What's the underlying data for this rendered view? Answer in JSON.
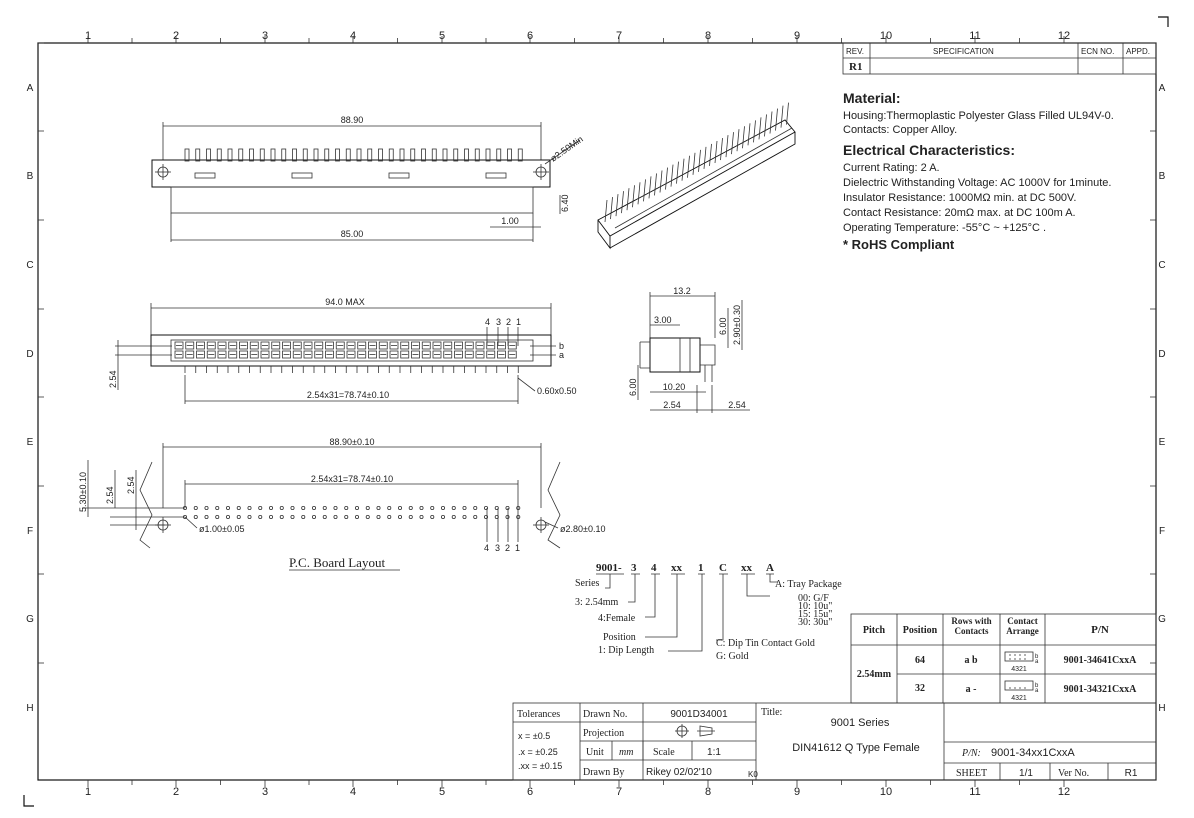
{
  "border": {
    "cols": [
      "1",
      "2",
      "3",
      "4",
      "5",
      "6",
      "7",
      "8",
      "9",
      "10",
      "11",
      "12"
    ],
    "rows": [
      "A",
      "B",
      "C",
      "D",
      "E",
      "F",
      "G",
      "H"
    ]
  },
  "revision": {
    "headers": [
      "REV.",
      "SPECIFICATION",
      "ECN NO.",
      "APPD."
    ],
    "rev": "R1"
  },
  "spec": {
    "material_title": "Material:",
    "housing": "Housing:Thermoplastic Polyester Glass Filled UL94V-0.",
    "contacts": "Contacts: Copper Alloy.",
    "electrical_title": "Electrical Characteristics:",
    "current": "Current Rating: 2 A.",
    "dielectric": "Dielectric Withstanding Voltage: AC 1000V for 1minute.",
    "insulator": "Insulator Resistance: 1000MΩ min. at DC 500V.",
    "contact_res": "Contact Resistance: 20mΩ max. at DC 100m A.",
    "temperature": "Operating Temperature: -55°C ~ +125°C .",
    "rohs": "* RoHS Compliant"
  },
  "dims": {
    "front_width": "88.90",
    "front_hole": "ø2.50Min",
    "front_body": "85.00",
    "front_pitch": "1.00",
    "front_height": "6.40",
    "top_max": "94.0 MAX",
    "top_rows": [
      "4",
      "3",
      "2",
      "1"
    ],
    "top_row_b": "b",
    "top_row_a": "a",
    "top_span": "2.54x31=78.74±0.10",
    "top_pin": "0.60x0.50",
    "top_left": "2.54",
    "side_w": "13.2",
    "side_300": "3.00",
    "side_600a": "6.00",
    "side_290": "2.90±0.30",
    "side_600b": "6.00",
    "side_1020": "10.20",
    "side_254a": "2.54",
    "side_254b": "2.54",
    "pcb_width": "88.90±0.10",
    "pcb_span": "2.54x31=78.74±0.10",
    "pcb_530": "5.30±0.10",
    "pcb_254a": "2.54",
    "pcb_254b": "2.54",
    "pcb_hole": "ø1.00±0.05",
    "pcb_mount": "ø2.80±0.10",
    "pcb_rows": [
      "4",
      "3",
      "2",
      "1"
    ],
    "pcb_title": "P.C. Board Layout"
  },
  "part_number": {
    "code": [
      "9001-",
      "3",
      "4",
      "xx",
      "1",
      "C",
      "xx",
      "A"
    ],
    "series": "Series",
    "pitch": "3: 2.54mm",
    "female": "4:Female",
    "position": "Position",
    "dip_length": "1: Dip Length",
    "dip_tin": "C: Dip Tin  Contact Gold",
    "gold": "G: Gold",
    "tray": "A: Tray Package",
    "plating": [
      "00: G/F",
      "10: 10u\"",
      "15: 15u\"",
      "30: 30u\""
    ]
  },
  "order_table": {
    "headers": [
      "Pitch",
      "Position",
      "Rows with Contacts",
      "Contact Arrange",
      "P/N"
    ],
    "pitch": "2.54mm",
    "rows": [
      {
        "position": "64",
        "rows": "a b",
        "arrange": "4321",
        "pn": "9001-34641CxxA"
      },
      {
        "position": "32",
        "rows": "a -",
        "arrange": "4321",
        "pn": "9001-34321CxxA"
      }
    ]
  },
  "title_block": {
    "tolerances_label": "Tolerances",
    "tol_x": "x  =  ±0.5",
    "tol_xx": ".x  =  ±0.25",
    "tol_xxx": ".xx  =  ±0.15",
    "drawn_no_label": "Drawn No.",
    "drawn_no": "9001D34001",
    "projection_label": "Projection",
    "unit_label": "Unit",
    "unit": "mm",
    "scale_label": "Scale",
    "scale": "1:1",
    "drawn_by_label": "Drawn By",
    "drawn_by": "Rikey 02/02'10",
    "title_label": "Title:",
    "title1": "9001 Series",
    "title2": "DIN41612 Q Type Female",
    "pn_label": "P/N:",
    "pn": "9001-34xx1CxxA",
    "sheet_label": "SHEET",
    "sheet": "1/1",
    "ver_label": "Ver No.",
    "ver": "R1",
    "corner_mark": "K0"
  }
}
